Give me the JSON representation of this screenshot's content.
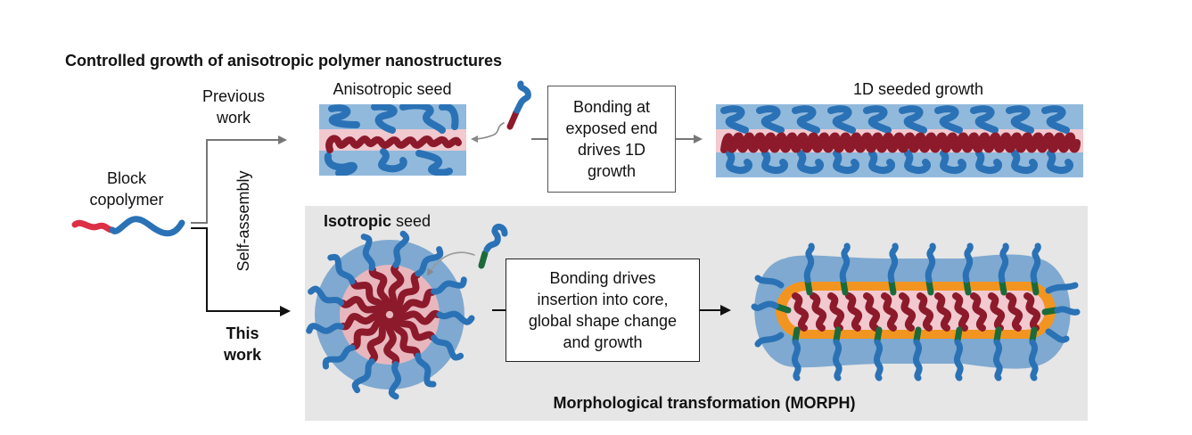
{
  "figure": {
    "title": "Controlled growth of anisotropic polymer nanostructures",
    "starting_material": {
      "line1": "Block",
      "line2": "copolymer"
    },
    "self_assembly_label": "Self-assembly",
    "previous_work": {
      "label_line1": "Previous",
      "label_line2": "work",
      "seed_label": "Anisotropic seed",
      "box_lines": [
        "Bonding at",
        "exposed end",
        "drives 1D",
        "growth"
      ],
      "product_label": "1D seeded growth"
    },
    "this_work": {
      "label_line1": "This",
      "label_line2": "work",
      "seed_label_bold": "Isotropic",
      "seed_label_rest": " seed",
      "box_lines": [
        "Bonding drives",
        "insertion into core,",
        "global shape change",
        "and growth"
      ],
      "panel_caption": "Morphological transformation (MORPH)"
    },
    "colors": {
      "corona_light": "#91b9dc",
      "corona_panel": "#7fa9d0",
      "chain_blue": "#2a72b5",
      "core_pink": "#f1c9cf",
      "chain_darkred": "#8c1a2b",
      "copolymer_red": "#dd2f45",
      "bond_green": "#1b6b3a",
      "interface_orange": "#f29520",
      "arrow_grey": "#777777",
      "arrow_black": "#111111",
      "panel_grey": "#e6e6e6"
    }
  }
}
